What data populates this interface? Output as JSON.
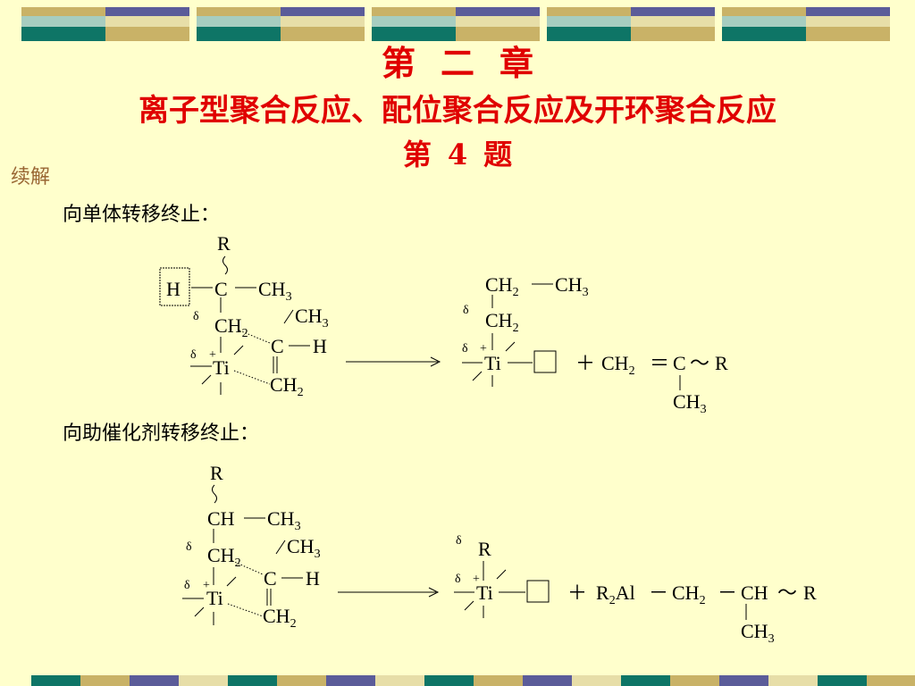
{
  "header": {
    "chapter": "第二章",
    "topic": "离子型聚合反应、配位聚合反应及开环聚合反应",
    "question": "第4题"
  },
  "note": "续解",
  "sections": [
    {
      "heading": "向单体转移终止："
    },
    {
      "heading": "向助催化剂转移终止："
    }
  ],
  "chem": {
    "R": "R",
    "H": "H",
    "C": "C",
    "CH": "CH",
    "CH2": "CH",
    "CH3": "CH",
    "sub2": "2",
    "sub3": "3",
    "Ti": "Ti",
    "delta": "δ",
    "plus": "+",
    "big_plus": "＋",
    "dash": "－",
    "eq": "＝",
    "tilde": "～",
    "R2Al": "R",
    "Al": "Al",
    "wave": "~"
  },
  "colors": {
    "background": "#FFFFCC",
    "title": "#E00000",
    "note": "#996633",
    "deco_navy": "#5B5C99",
    "deco_tan": "#C9B267",
    "deco_green": "#0E7566",
    "deco_lightgreen": "#A7CDC0",
    "deco_cream": "#E7DEA8"
  }
}
